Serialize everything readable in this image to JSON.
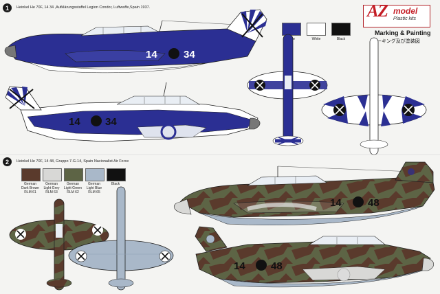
{
  "brand": {
    "logo_main": "AZ",
    "logo_model": "model",
    "logo_sub": "Plastic kits",
    "title": "Marking & Painting",
    "title_jp": "マーキング及び塗装図"
  },
  "scheme1": {
    "number": "1",
    "caption": "Heinkel He 70F, 14  34 ,Aufklärungsstaffel Legion Condor, Luftwaffe,Spain 1937.",
    "code_left": "14",
    "code_right": "34",
    "colors": [
      {
        "name": "Blue",
        "hex": "#2b2f93"
      },
      {
        "name": "White",
        "hex": "#ffffff"
      },
      {
        "name": "Black",
        "hex": "#111111"
      }
    ]
  },
  "scheme2": {
    "number": "2",
    "caption": "Heinkel He 70F, 14  48, Gruppo 7-G-14, Spain Nacionalist Air Force",
    "code_left": "14",
    "code_right": "48",
    "colors": [
      {
        "name": "German Dark Brown RLM 61",
        "l1": "German",
        "l2": "Dark Brown",
        "l3": "RLM 61",
        "hex": "#5a3a2c"
      },
      {
        "name": "German Light Grey RLM 63",
        "l1": "German",
        "l2": "Light Grey",
        "l3": "RLM 63",
        "hex": "#d8d8d6"
      },
      {
        "name": "German Light Green RLM 62",
        "l1": "German",
        "l2": "Light Green",
        "l3": "RLM 62",
        "hex": "#5d6445"
      },
      {
        "name": "German Light Blue RLM 65",
        "l1": "German",
        "l2": "Light Blue",
        "l3": "RLM 65",
        "hex": "#a9b8c9"
      },
      {
        "name": "Black",
        "l1": "",
        "l2": "Black",
        "l3": "",
        "hex": "#111111"
      }
    ]
  }
}
